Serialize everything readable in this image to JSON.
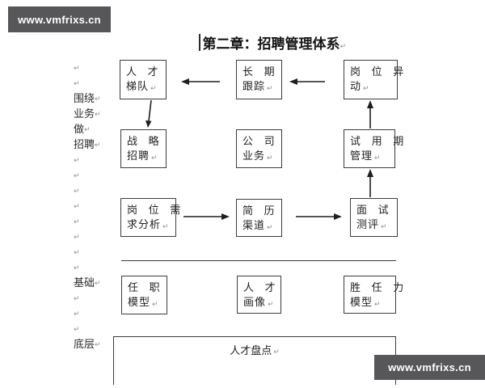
{
  "banner": {
    "text": "www.vmfrixs.cn",
    "bg_color": "#57575a",
    "text_color": "#ffffff"
  },
  "title": {
    "text": "第二章：招聘管理体系"
  },
  "marks": {
    "paragraph": "↵"
  },
  "left_rail": {
    "items": [
      "",
      "",
      "围绕",
      "业务",
      "做",
      "招聘",
      "",
      "",
      "",
      "",
      "",
      "",
      "",
      "",
      "基础",
      "",
      "",
      "",
      "底层"
    ]
  },
  "diagram": {
    "boxes": [
      {
        "name": "talent-pipeline",
        "line1": "人 才",
        "line2": "梯队"
      },
      {
        "name": "long-term-tracking",
        "line1": "长 期",
        "line2": "跟踪"
      },
      {
        "name": "position-transfer",
        "line1": "岗 位 异",
        "line2": "动"
      },
      {
        "name": "strategic-recruiting",
        "line1": "战 略",
        "line2": "招聘"
      },
      {
        "name": "company-business",
        "line1": "公 司",
        "line2": "业务"
      },
      {
        "name": "probation-management",
        "line1": "试 用 期",
        "line2": "管理"
      },
      {
        "name": "job-requirement-analysis",
        "line1": "岗 位 需",
        "line2": "求分析"
      },
      {
        "name": "resume-channels",
        "line1": "简 历",
        "line2": "渠道"
      },
      {
        "name": "interview-assessment",
        "line1": "面 试",
        "line2": "测评"
      },
      {
        "name": "job-model",
        "line1": "任 职",
        "line2": "模型"
      },
      {
        "name": "talent-portrait",
        "line1": "人 才",
        "line2": "画像"
      },
      {
        "name": "competency-model",
        "line1": "胜 任 力",
        "line2": "模型"
      }
    ],
    "bottom_box": {
      "text": "人才盘点"
    },
    "connections": [
      {
        "from": "long-term-tracking",
        "to": "talent-pipeline"
      },
      {
        "from": "talent-pipeline",
        "to": "strategic-recruiting"
      },
      {
        "from": "position-transfer",
        "to": "long-term-tracking"
      },
      {
        "from": "probation-management",
        "to": "position-transfer"
      },
      {
        "from": "job-requirement-analysis",
        "to": "resume-channels"
      },
      {
        "from": "resume-channels",
        "to": "interview-assessment"
      },
      {
        "from": "interview-assessment",
        "to": "probation-management"
      }
    ]
  }
}
